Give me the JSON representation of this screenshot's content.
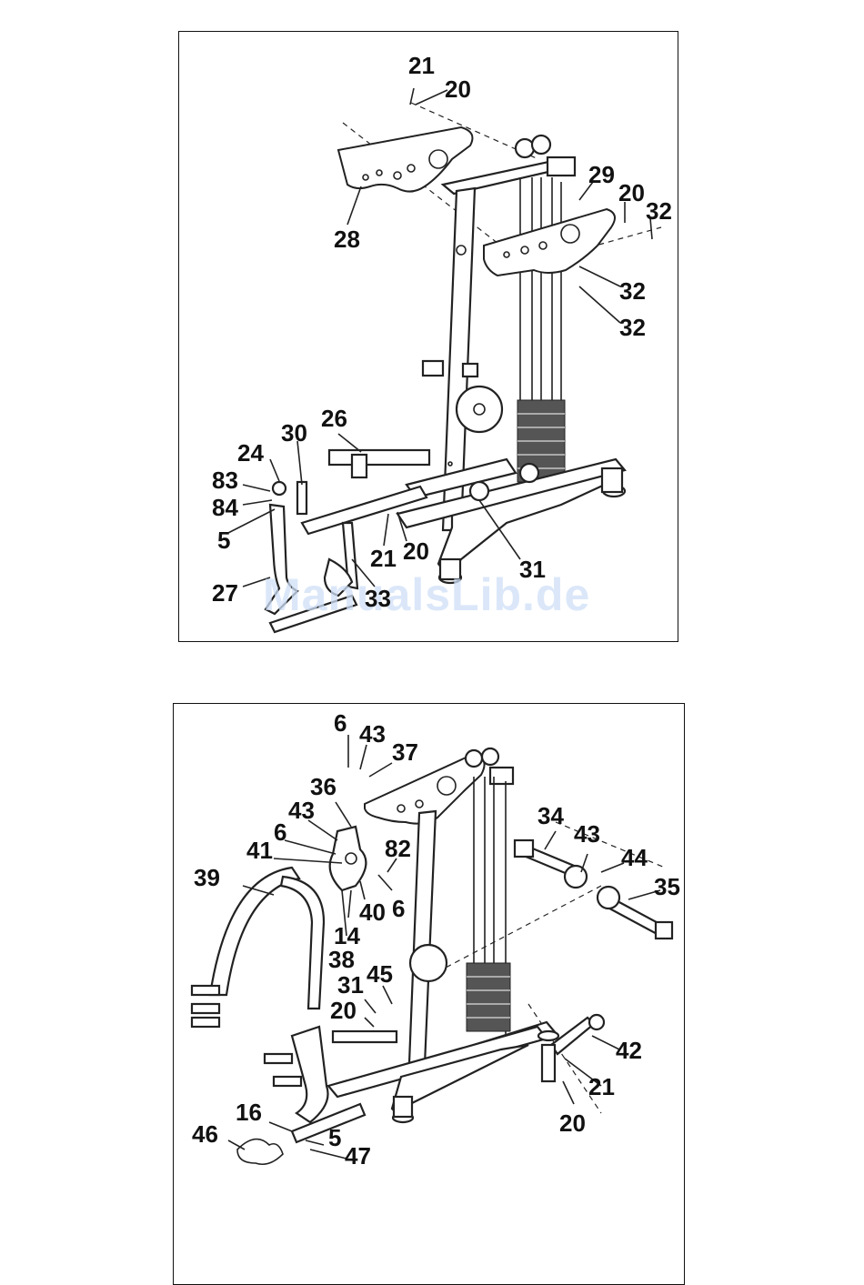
{
  "watermark": "ManualsLib.de",
  "panels": [
    {
      "id": "top",
      "labels": [
        "21",
        "20",
        "28",
        "29",
        "20",
        "32",
        "32",
        "32",
        "26",
        "30",
        "24",
        "83",
        "84",
        "5",
        "21",
        "20",
        "27",
        "33",
        "31"
      ]
    },
    {
      "id": "bottom",
      "labels": [
        "6",
        "43",
        "37",
        "36",
        "43",
        "6",
        "41",
        "82",
        "39",
        "40",
        "6",
        "14",
        "38",
        "34",
        "43",
        "44",
        "35",
        "31",
        "45",
        "20",
        "42",
        "21",
        "20",
        "16",
        "46",
        "5",
        "47"
      ]
    }
  ]
}
